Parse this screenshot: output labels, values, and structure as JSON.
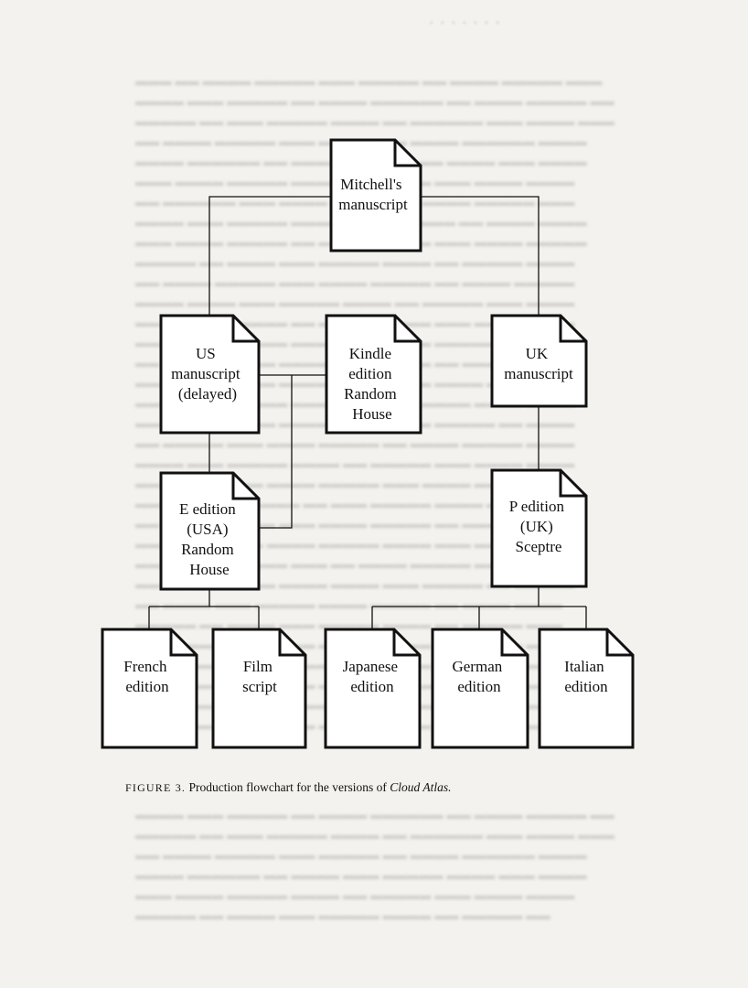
{
  "nodes": [
    {
      "id": "mitchell",
      "lines": [
        "Mitchell's",
        "manuscript"
      ]
    },
    {
      "id": "us",
      "lines": [
        "US",
        "manuscript",
        "(delayed)"
      ]
    },
    {
      "id": "kindle",
      "lines": [
        "Kindle",
        "edition",
        "Random",
        "House"
      ]
    },
    {
      "id": "uk",
      "lines": [
        "UK",
        "manuscript"
      ]
    },
    {
      "id": "e_edition",
      "lines": [
        "E edition",
        "(USA)",
        "Random",
        "House"
      ]
    },
    {
      "id": "p_edition",
      "lines": [
        "P edition",
        "(UK)",
        "Sceptre"
      ]
    },
    {
      "id": "french",
      "lines": [
        "French",
        "edition"
      ]
    },
    {
      "id": "film",
      "lines": [
        "Film",
        "script"
      ]
    },
    {
      "id": "japanese",
      "lines": [
        "Japanese",
        "edition"
      ]
    },
    {
      "id": "german",
      "lines": [
        "German",
        "edition"
      ]
    },
    {
      "id": "italian",
      "lines": [
        "Italian",
        "edition"
      ]
    }
  ],
  "caption": {
    "label": "FIGURE 3.",
    "text": "Production flowchart for the versions of",
    "title": "Cloud Atlas."
  },
  "colors": {
    "ink": "#111111",
    "paper": "#f3f2ef",
    "box_fill": "#ffffff"
  }
}
